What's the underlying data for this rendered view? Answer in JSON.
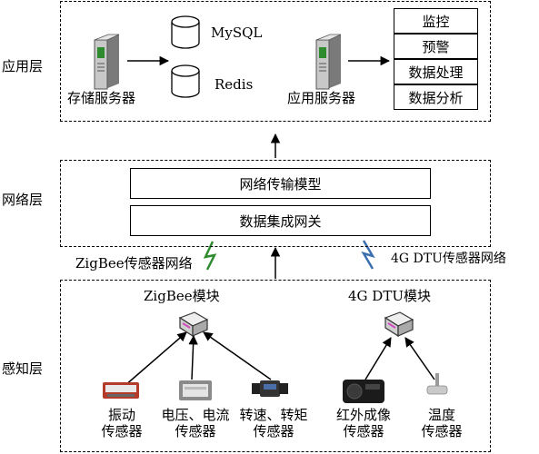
{
  "layers": {
    "application": "应用层",
    "network": "网络层",
    "perception": "感知层"
  },
  "application": {
    "storage_server": "存储服务器",
    "mysql": "MySQL",
    "redis": "Redis",
    "app_server": "应用服务器",
    "functions": [
      "监控",
      "预警",
      "数据处理",
      "数据分析"
    ]
  },
  "network": {
    "model": "网络传输模型",
    "gateway": "数据集成网关",
    "zigbee_network": "ZigBee传感器网络",
    "dtu_network": "4G DTU传感器网络"
  },
  "perception": {
    "zigbee_module": "ZigBee模块",
    "dtu_module": "4G DTU模块",
    "sensors": [
      {
        "line1": "振动",
        "line2": "传感器"
      },
      {
        "line1": "电压、电流",
        "line2": "传感器"
      },
      {
        "line1": "转速、转矩",
        "line2": "传感器"
      },
      {
        "line1": "红外成像",
        "line2": "传感器"
      },
      {
        "line1": "温度",
        "line2": "传感器"
      }
    ]
  }
}
